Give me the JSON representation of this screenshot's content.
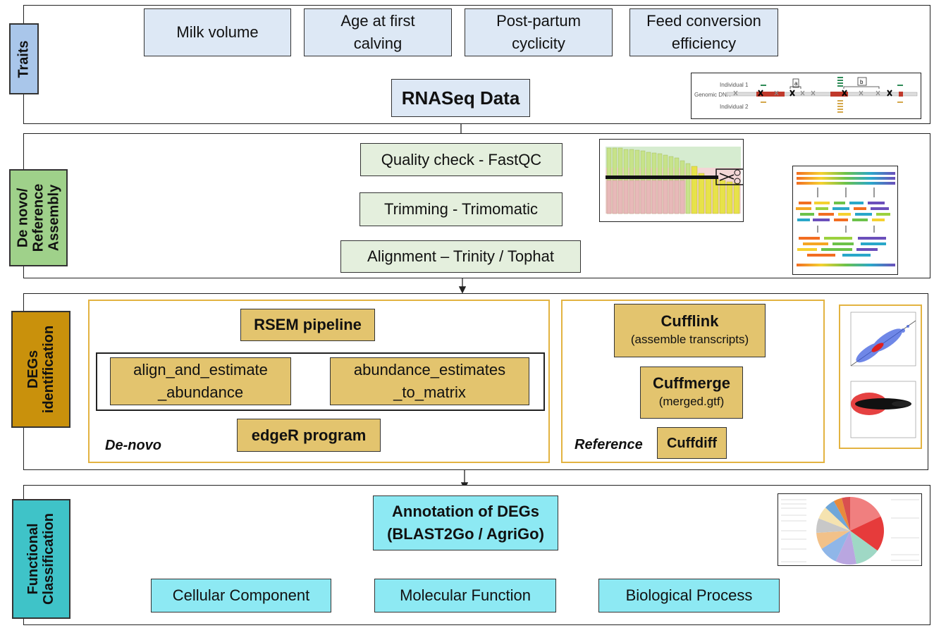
{
  "traits": {
    "label": "Traits",
    "boxes": [
      "Milk volume",
      "Age at first\ncalving",
      "Post-partum\ncyclicity",
      "Feed conversion\nefficiency"
    ],
    "rnaseq": "RNASeq Data",
    "snp_figure": {
      "individual1": "Individual 1",
      "genomic": "Genomic DNA",
      "individual2": "Individual 2",
      "a": "a",
      "b": "b"
    }
  },
  "assembly": {
    "label": "De novo/\nReference\nAssembly",
    "steps": [
      "Quality check - FastQC",
      "Trimming - Trimomatic",
      "Alignment – Trinity / Tophat"
    ]
  },
  "degs": {
    "label": "DEGs\nidentification",
    "denovo": {
      "rsem": "RSEM pipeline",
      "align": "align_and_estimate\n_abundance",
      "matrix": "abundance_estimates\n_to_matrix",
      "edger": "edgeR program",
      "caption": "De-novo"
    },
    "reference": {
      "cufflink": "Cufflink",
      "cufflink_sub": "(assemble transcripts)",
      "cuffmerge": "Cuffmerge",
      "cuffmerge_sub": "(merged.gtf)",
      "cuffdiff": "Cuffdiff",
      "caption": "Reference"
    }
  },
  "functional": {
    "label": "Functional\nClassification",
    "annotation": "Annotation of DEGs\n(BLAST2Go / AgriGo)",
    "categories": [
      "Cellular Component",
      "Molecular Function",
      "Biological Process"
    ]
  },
  "colors": {
    "traits": "#a9c6ea",
    "assembly": "#9fd18a",
    "degs": "#c9910c",
    "functional": "#3fc3c8"
  }
}
